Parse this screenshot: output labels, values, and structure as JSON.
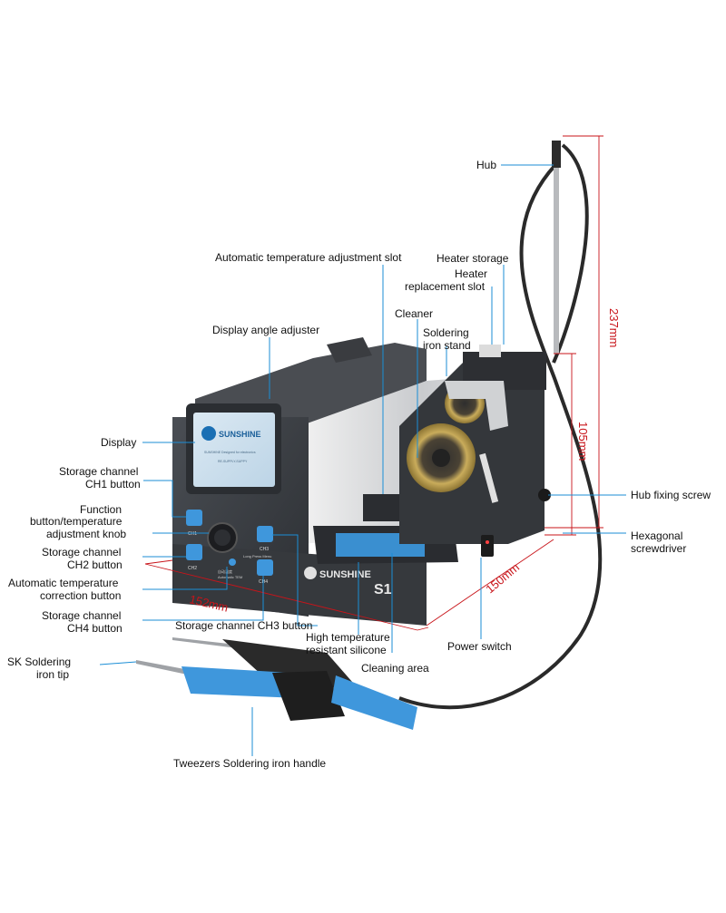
{
  "labels": {
    "hub": "Hub",
    "auto_temp_slot": "Automatic temperature adjustment slot",
    "heater_storage": "Heater storage",
    "heater_replacement_1": "Heater",
    "heater_replacement_2": "replacement slot",
    "display_angle": "Display angle adjuster",
    "cleaner": "Cleaner",
    "iron_stand_1": "Soldering",
    "iron_stand_2": "iron stand",
    "display": "Display",
    "ch1_1": "Storage channel",
    "ch1_2": "CH1 button",
    "func_1": "Function",
    "func_2": "button/temperature",
    "func_3": "adjustment knob",
    "ch2_1": "Storage channel",
    "ch2_2": "CH2 button",
    "auto_corr_1": "Automatic temperature",
    "auto_corr_2": "correction button",
    "ch4_1": "Storage channel",
    "ch4_2": "CH4 button",
    "ch3": "Storage channel CH3 button",
    "silicone_1": "High temperature",
    "silicone_2": "resistant silicone",
    "cleaning_area": "Cleaning area",
    "power_switch": "Power switch",
    "sk_tip_1": "SK Soldering",
    "sk_tip_2": "iron tip",
    "tweezers_handle": "Tweezers Soldering iron handle",
    "hub_fixing_screw": "Hub fixing screw",
    "hex_1": "Hexagonal",
    "hex_2": "screwdriver"
  },
  "dimensions": {
    "height_total": "237mm",
    "height_body": "105mm",
    "depth": "150mm",
    "width": "152mm"
  },
  "device": {
    "brand": "SUNSHINE",
    "model": "S1",
    "screen_line1": "SUNSHINE Designed for electronics",
    "screen_line2": "RE-SUPPLY-SUPPY",
    "ch1": "CH1",
    "ch2": "CH2",
    "ch3": "CH3",
    "ch4": "CH4",
    "long_press": "Long Press Menu",
    "auto_temp_line1": "自动温度",
    "auto_temp_line2": "Automatic TEM"
  },
  "colors": {
    "leader": "#1b8ed6",
    "dimension": "#c8141a",
    "body_dark": "#3d4045",
    "accent_blue": "#3f97dc",
    "brass": "#b59a4e"
  }
}
